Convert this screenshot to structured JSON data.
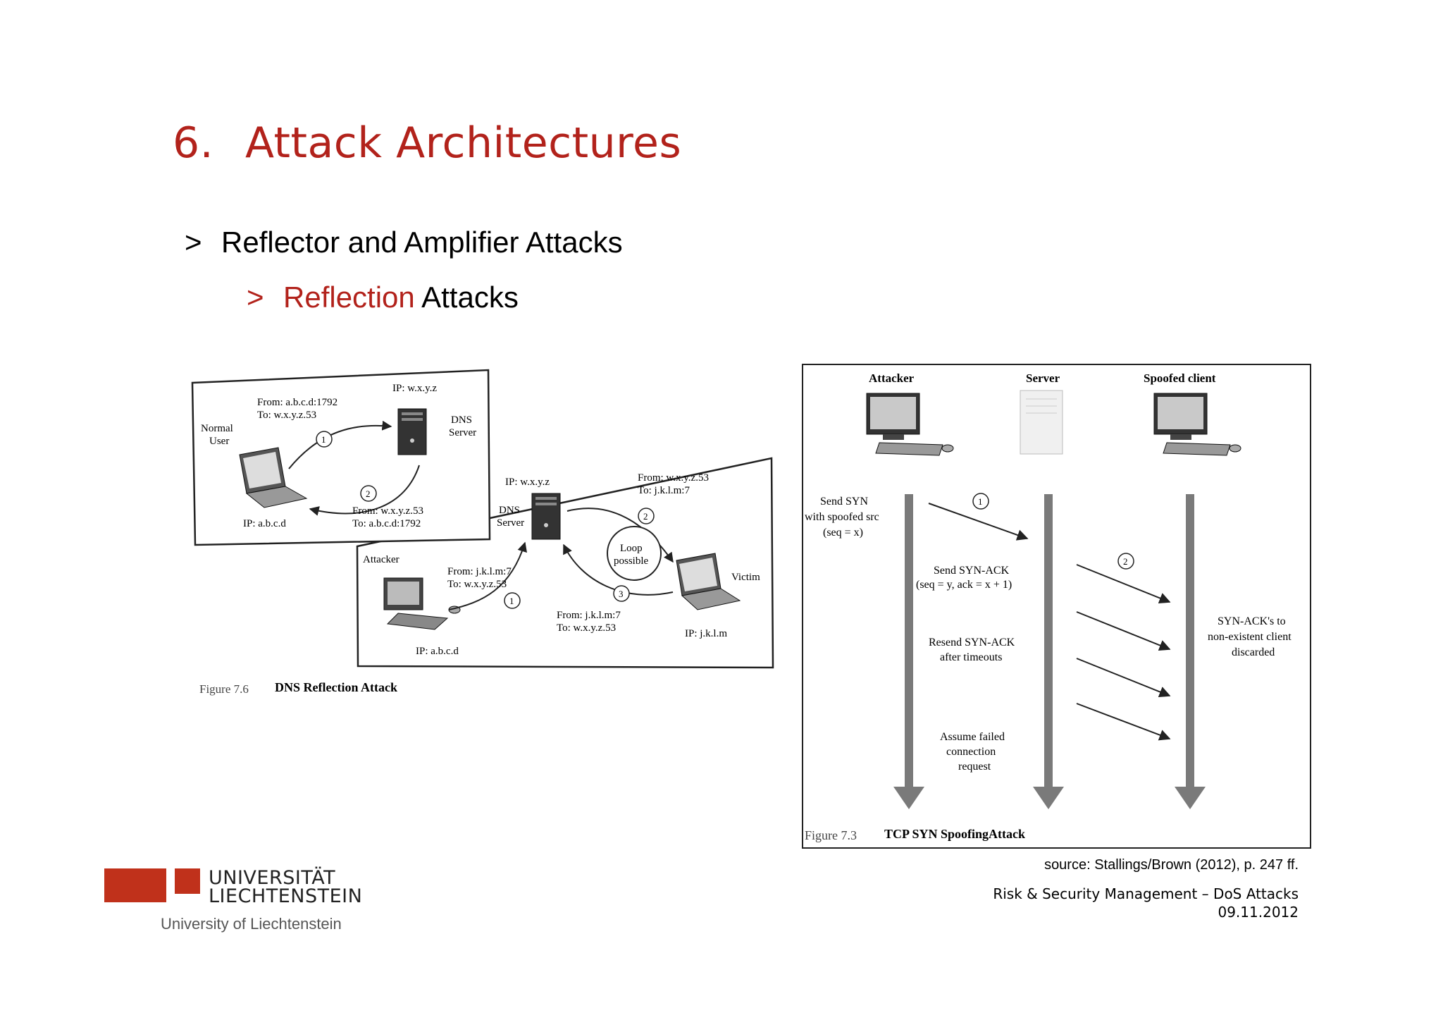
{
  "title": {
    "number": "6.",
    "text": "Attack Architectures"
  },
  "bullets": {
    "level1": {
      "marker": ">",
      "text": "Reflector and Amplifier Attacks"
    },
    "level2": {
      "marker": ">",
      "highlight": "Reflection",
      "rest": " Attacks"
    }
  },
  "figure_dns": {
    "caption_number": "Figure 7.6",
    "caption_title": "DNS Reflection Attack",
    "panel_top": {
      "ip_server": "IP: w.x.y.z",
      "dns_label_1": "DNS",
      "dns_label_2": "Server",
      "user_label_1": "Normal",
      "user_label_2": "User",
      "ip_user": "IP: a.b.c.d",
      "msg1_from": "From: a.b.c.d:1792",
      "msg1_to": "To: w.x.y.z.53",
      "msg2_from": "From: w.x.y.z.53",
      "msg2_to": "To: a.b.c.d:1792",
      "step1": "1",
      "step2": "2"
    },
    "panel_bottom": {
      "ip_server": "IP: w.x.y.z",
      "dns_label_1": "DNS",
      "dns_label_2": "Server",
      "attacker_label": "Attacker",
      "victim_label": "Victim",
      "ip_attacker": "IP: a.b.c.d",
      "ip_victim": "IP: j.k.l.m",
      "msg1_from": "From: j.k.l.m:7",
      "msg1_to": "To: w.x.y.z.53",
      "msg2_from": "From: w.x.y.z.53",
      "msg2_to": "To: j.k.l.m:7",
      "msg3_from": "From: j.k.l.m:7",
      "msg3_to": "To: w.x.y.z.53",
      "loop_1": "Loop",
      "loop_2": "possible",
      "step1": "1",
      "step2": "2",
      "step3": "3"
    }
  },
  "figure_syn": {
    "col_attacker": "Attacker",
    "col_server": "Server",
    "col_spoofed": "Spoofed client",
    "send_syn_1": "Send SYN",
    "send_syn_2": "with spoofed src",
    "send_syn_3": "(seq = x)",
    "synack_1": "Send SYN-ACK",
    "synack_2": "(seq = y, ack = x + 1)",
    "resend_1": "Resend SYN-ACK",
    "resend_2": "after timeouts",
    "assume_1": "Assume failed",
    "assume_2": "connection",
    "assume_3": "request",
    "discard_1": "SYN-ACK's to",
    "discard_2": "non-existent client",
    "discard_3": "discarded",
    "step1": "1",
    "step2": "2",
    "caption_number": "Figure 7.3",
    "caption_title": "TCP SYN SpoofingAttack"
  },
  "source_note": "source: Stallings/Brown (2012), p. 247 ff.",
  "footer": {
    "course": "Risk & Security Management – DoS Attacks",
    "date": "09.11.2012"
  },
  "logo": {
    "line1": "UNIVERSITÄT",
    "line2": "LIECHTENSTEIN",
    "subtitle": "University of Liechtenstein"
  },
  "colors": {
    "accent": "#b2221b",
    "logo_red": "#c0311b",
    "arrow_grey": "#7a7a7a"
  }
}
